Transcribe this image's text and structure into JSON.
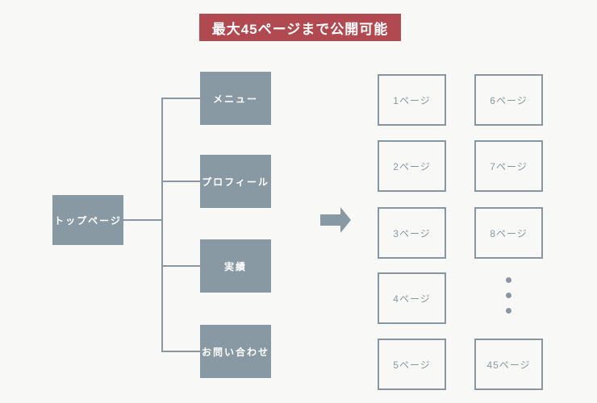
{
  "banner": {
    "label": "最大45ページまで公開可能",
    "bg_color": "#b04a50",
    "text_color": "#ffffff"
  },
  "sitemap": {
    "root": {
      "label": "トップページ"
    },
    "children": [
      {
        "label": "メニュー"
      },
      {
        "label": "プロフィール"
      },
      {
        "label": "実績"
      },
      {
        "label": "お問い合わせ"
      }
    ]
  },
  "arrow": {
    "icon": "right-arrow-icon",
    "direction": "right"
  },
  "pages": {
    "col1": [
      "1ページ",
      "2ページ",
      "3ページ",
      "4ページ",
      "5ページ"
    ],
    "col2": [
      "6ページ",
      "7ページ",
      "8ページ",
      "45ページ"
    ],
    "ellipsis_dots": 3
  },
  "colors": {
    "background": "#f8f8f6",
    "box_fill": "#8899a4",
    "outline": "#8896a2",
    "muted_text": "#8a97a3",
    "banner_bg": "#b04a50"
  }
}
